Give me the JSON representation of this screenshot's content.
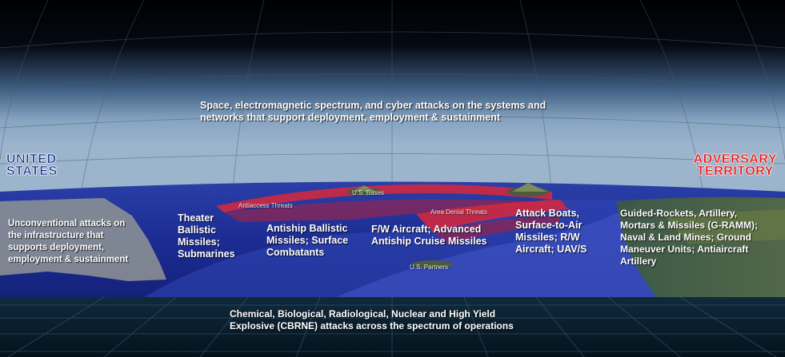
{
  "top_text": {
    "line1": "Space, electromagnetic spectrum, and cyber attacks on the systems and",
    "line2": "networks that support deployment, employment & sustainment"
  },
  "left_title": {
    "line1": "UNITED",
    "line2": "STATES"
  },
  "right_title": {
    "line1": "ADVERSARY",
    "line2": "TERRITORY"
  },
  "threat_labels": {
    "antiaccess": "Antiaccess Threats",
    "us_bases": "U.S. Bases",
    "area_denial": "Area Denial Threats",
    "us_partners": "U.S. Partners"
  },
  "blocks": {
    "unconventional": [
      "Unconventional attacks on",
      "the infrastructure that",
      "supports deployment,",
      "employment & sustainment"
    ],
    "theater": [
      "Theater",
      "Ballistic",
      "Missiles;",
      "Submarines"
    ],
    "antiship_ballistic": [
      "Antiship Ballistic",
      "Missiles; Surface",
      "Combatants"
    ],
    "fw_aircraft": [
      "F/W Aircraft;  Advanced",
      "Antiship Cruise Missiles"
    ],
    "attack_boats": [
      "Attack Boats,",
      "Surface-to-Air",
      "Missiles; R/W",
      "Aircraft; UAV/S"
    ],
    "guided_rockets": [
      "Guided-Rockets, Artillery,",
      "Mortars & Missiles (G-RAMM);",
      "Naval & Land Mines; Ground",
      "Maneuver Units; Antiaircraft",
      "Artillery"
    ]
  },
  "bottom_text": {
    "line1": "Chemical, Biological, Radiological, Nuclear and High Yield",
    "line2": "Explosive (CBRNE) attacks across the spectrum of operations"
  },
  "colors": {
    "sky_top": "#000000",
    "sky_mid": "#5b7ea6",
    "ocean": "#1a2f9e",
    "threat_arc": "#d8283b",
    "adversary_red": "#e8110d",
    "us_blue": "#0e2f86"
  }
}
